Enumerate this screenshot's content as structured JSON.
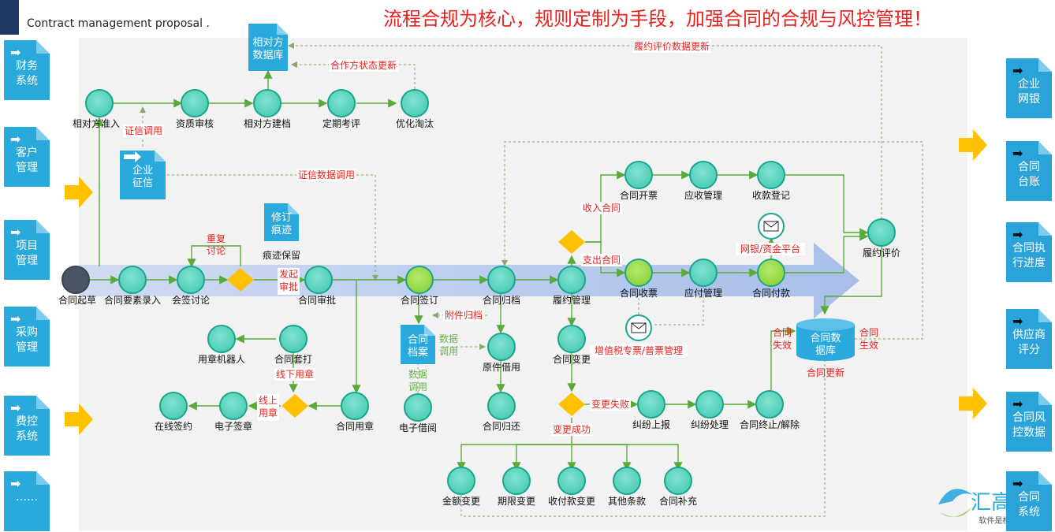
{
  "header": {
    "title": "Contract  management  proposal .",
    "slogan": "流程合规为核心，规则定制为手段，加强合同的合规与风控管理！"
  },
  "left_systems": [
    "财务\n系统",
    "客户\n管理",
    "项目\n管理",
    "采购\n管理",
    "费控\n系统",
    "……"
  ],
  "right_systems": [
    "企业\n网银",
    "合同\n台账",
    "合同执\n行进度",
    "供应商\n评分",
    "合同风\n控数据",
    "合同\n系统"
  ],
  "nodes": {
    "start": "合同起草",
    "entry": "合同要素录入",
    "countersign": "会签讨论",
    "approve": "合同审批",
    "sign": "合同签订",
    "archive": "合同归档",
    "perf_mgmt": "履约管理",
    "invoice": "合同开票",
    "receivable": "应收管理",
    "collection": "收款登记",
    "receipt": "合同收票",
    "payable": "应付管理",
    "payment": "合同付款",
    "evaluation": "履约评价",
    "cp_access": "相对方准入",
    "qual_review": "资质审核",
    "cp_file": "相对方建档",
    "periodic_review": "定期考评",
    "optimize": "优化淘汰",
    "robot": "用章机器人",
    "print": "合同套打",
    "online_sign": "在线签约",
    "e_seal": "电子签章",
    "use_seal": "合同用章",
    "borrow_orig": "原件借用",
    "e_borrow": "电子借阅",
    "return": "合同归还",
    "change": "合同变更",
    "dispute_report": "纠纷上报",
    "dispute_handle": "纠纷处理",
    "terminate": "合同终止/解除",
    "amount_change": "金额变更",
    "term_change": "期限变更",
    "pay_change": "收付款变更",
    "other_terms": "其他条款",
    "supplement": "合同补充"
  },
  "docs": {
    "cp_db": "相对方\n数据库",
    "credit": "企业\n征信",
    "revision": "修订\n痕迹",
    "archive_doc": "合同\n档案",
    "contract_db": "合同数\n据库"
  },
  "labels": {
    "credit_call": "证信调用",
    "credit_data_call": "证信数据调用",
    "cp_status_update": "合作方状态更新",
    "eval_data_update": "履约评价数据更新",
    "re_discuss": "重复\n讨论",
    "trace_keep": "痕迹保留",
    "send_approve": "发起\n审批",
    "attach_archive": "附件归档",
    "data_call_1": "数据\n调用",
    "data_call_2": "数据\n调用",
    "income_contract": "收入合同",
    "expense_contract": "支出合同",
    "bank_platform": "网银/资金平台",
    "vat_invoice": "增值税专票/普票管理",
    "offline_seal": "线下用章",
    "online_seal": "线上\n用章",
    "change_fail": "变更失败",
    "change_ok": "变更成功",
    "invalid": "合同\n失效",
    "effective": "合同\n生效",
    "db_update": "合同更新"
  },
  "logo": {
    "name": "汇高软件",
    "tagline": "软件是根   服务为魂"
  },
  "colors": {
    "node_fill": "#4ecdb5",
    "node_ring": "#1aa58e",
    "node_active": "#8ed33a",
    "decision": "#ffc000",
    "flow": "#5aaa3a",
    "red_text": "#e8231f",
    "tile_blue": "#2aa9dd",
    "arrow_yellow": "#ffc000",
    "band": "#9cb6e8"
  }
}
